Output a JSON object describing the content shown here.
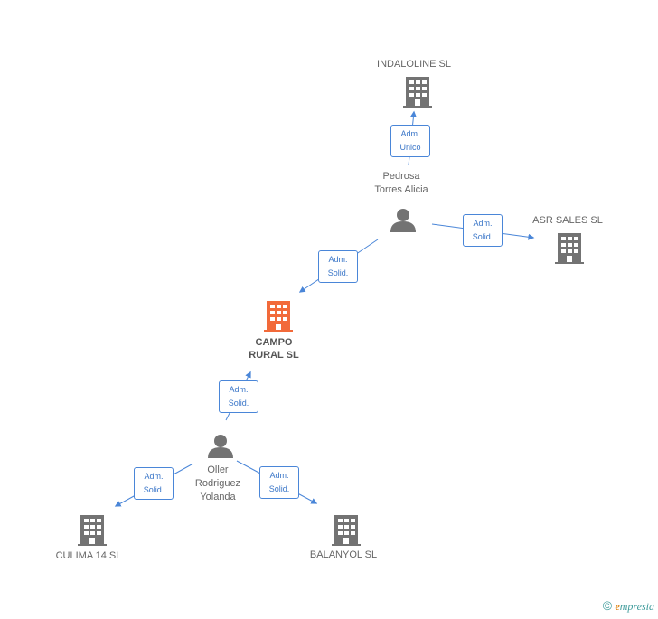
{
  "nodes": {
    "indaloline": {
      "label": "INDALOLINE SL"
    },
    "pedrosa": {
      "line1": "Pedrosa",
      "line2": "Torres Alicia"
    },
    "asr_sales": {
      "label": "ASR SALES SL"
    },
    "campo_rural": {
      "line1": "CAMPO",
      "line2": "RURAL SL"
    },
    "oller": {
      "line1": "Oller",
      "line2": "Rodriguez",
      "line3": "Yolanda"
    },
    "culima": {
      "label": "CULIMA 14  SL"
    },
    "balanyol": {
      "label": "BALANYOL  SL"
    }
  },
  "roles": {
    "pedrosa_indaloline": {
      "line1": "Adm.",
      "line2": "Unico"
    },
    "pedrosa_asr": {
      "line1": "Adm.",
      "line2": "Solid."
    },
    "pedrosa_campo": {
      "line1": "Adm.",
      "line2": "Solid."
    },
    "oller_campo": {
      "line1": "Adm.",
      "line2": "Solid."
    },
    "oller_culima": {
      "line1": "Adm.",
      "line2": "Solid."
    },
    "oller_balanyol": {
      "line1": "Adm.",
      "line2": "Solid."
    }
  },
  "colors": {
    "company": "#737373",
    "main_company": "#f26a3a",
    "person": "#737373",
    "edge": "#4a86d8"
  },
  "brand": {
    "copyright": "©",
    "e": "e",
    "rest": "mpresia"
  }
}
